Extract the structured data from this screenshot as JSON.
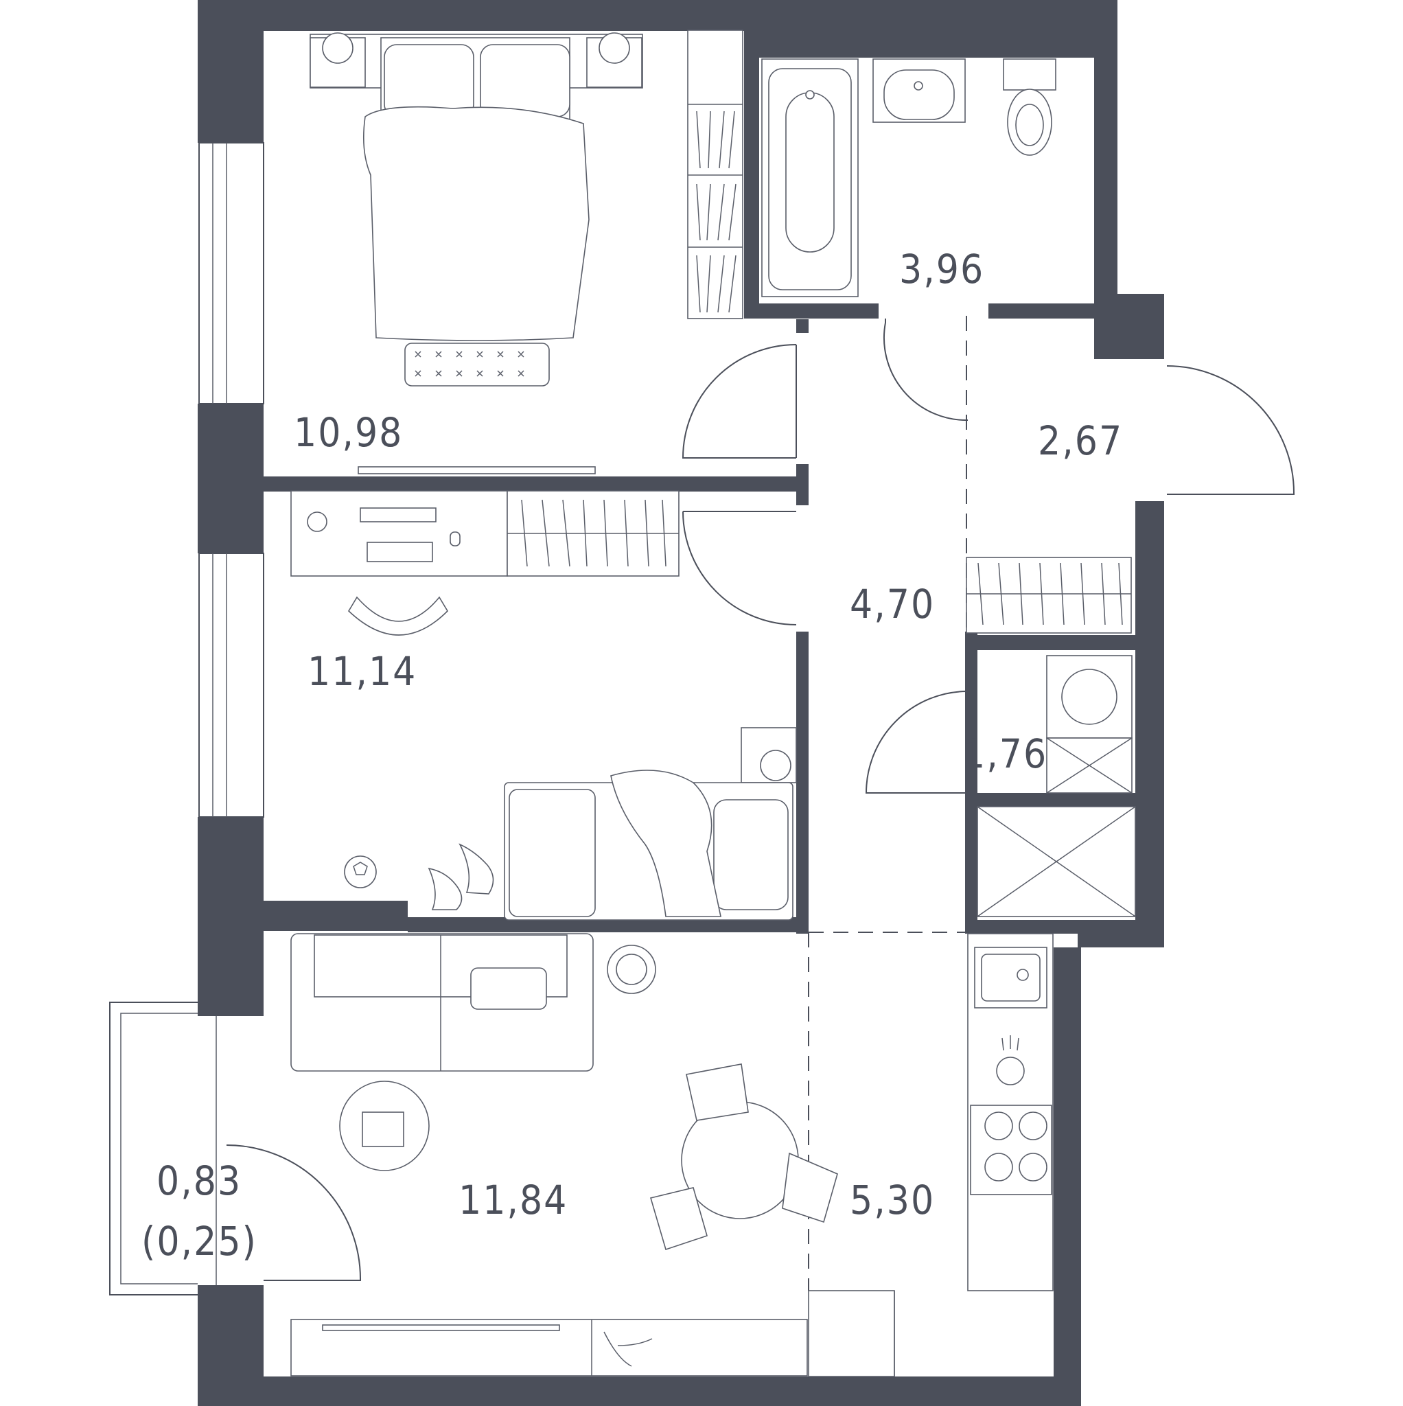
{
  "rooms": [
    {
      "id": "bedroom-1",
      "area": "10,98"
    },
    {
      "id": "bedroom-2",
      "area": "11,14"
    },
    {
      "id": "living-room",
      "area": "11,84"
    },
    {
      "id": "kitchen",
      "area": "5,30"
    },
    {
      "id": "bathroom",
      "area": "3,96"
    },
    {
      "id": "hall",
      "area": "4,70"
    },
    {
      "id": "entrance",
      "area": "2,67"
    },
    {
      "id": "storage",
      "area": "1,76"
    },
    {
      "id": "balcony",
      "area": "0,83",
      "reduced_area": "(0,25)"
    }
  ],
  "colors": {
    "wall": "#4b4f5a",
    "line": "#5a5e69",
    "background": "#ffffff"
  },
  "icons": [
    "bed-icon",
    "bathtub-icon",
    "sink-icon",
    "toilet-icon",
    "desk-icon",
    "chair-icon",
    "sofa-icon",
    "dining-table-icon",
    "stove-icon",
    "kitchen-sink-icon",
    "washing-machine-icon",
    "wardrobe-icon",
    "ball-icon",
    "plant-icon"
  ]
}
